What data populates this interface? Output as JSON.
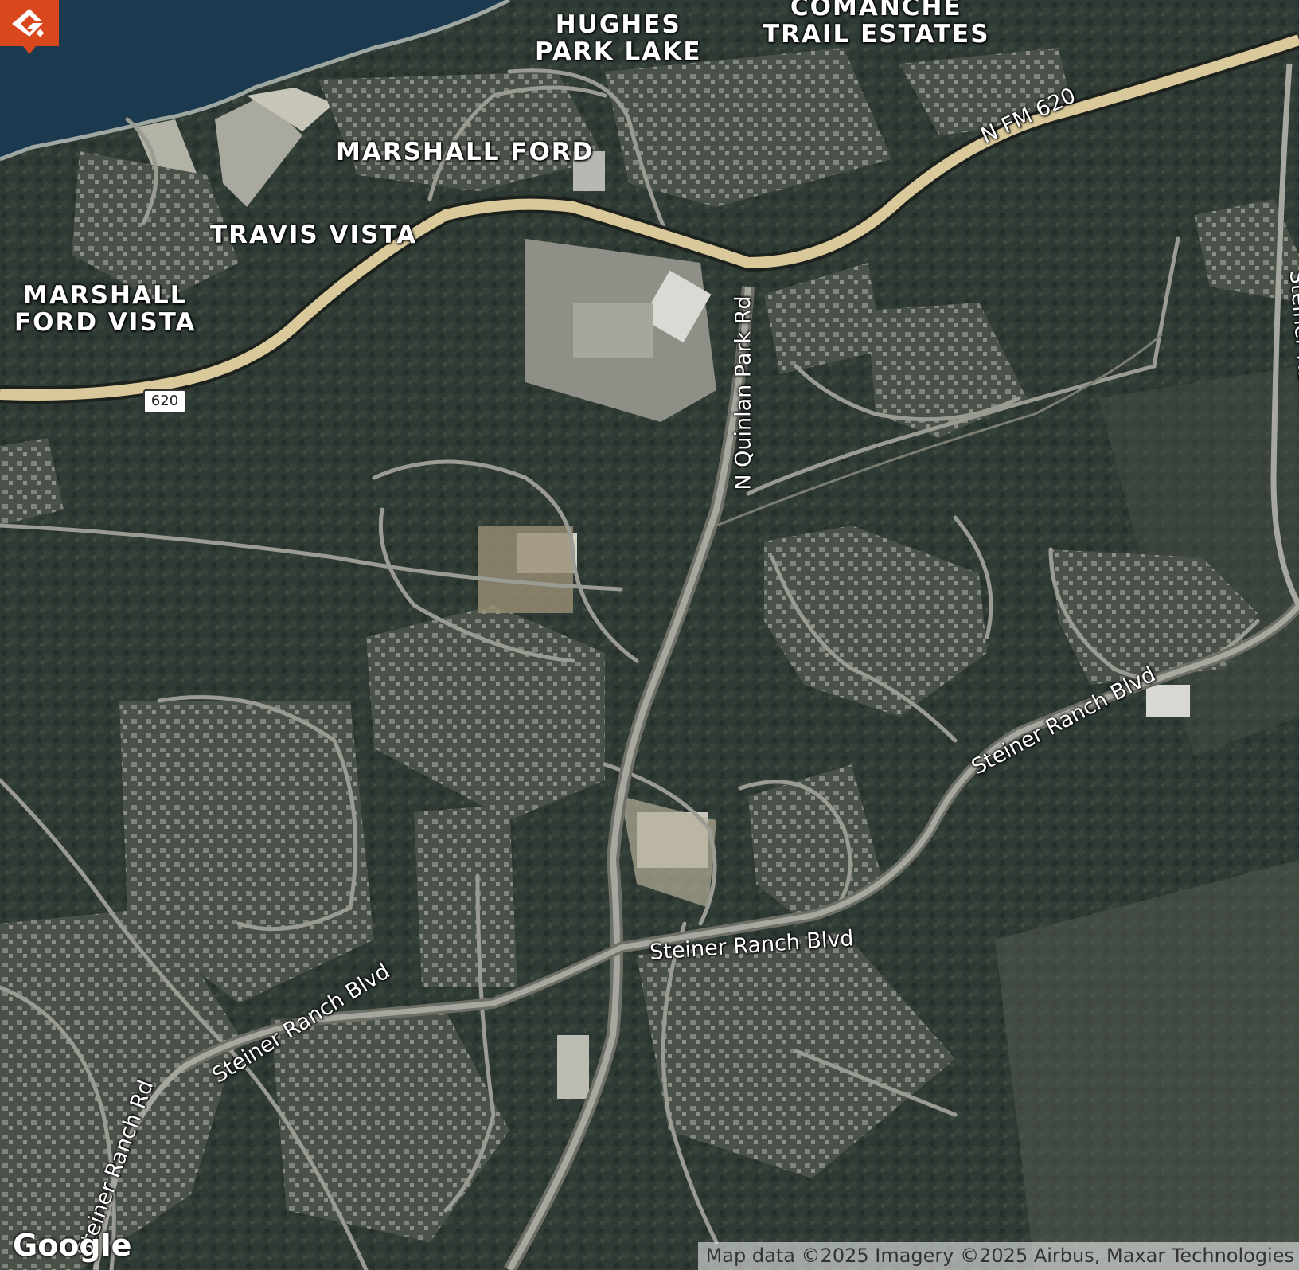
{
  "map": {
    "type": "satellite",
    "marker_color": "#d9481c",
    "place_labels": [
      {
        "id": "hughes-park-lake",
        "lines": [
          "HUGHES",
          "PARK LAKE"
        ]
      },
      {
        "id": "comanche-trail-estates",
        "lines": [
          "COMANCHE",
          "TRAIL ESTATES"
        ]
      },
      {
        "id": "marshall-ford",
        "lines": [
          "MARSHALL FORD"
        ]
      },
      {
        "id": "travis-vista",
        "lines": [
          "TRAVIS VISTA"
        ]
      },
      {
        "id": "marshall-ford-vista",
        "lines": [
          "MARSHALL",
          "FORD VISTA"
        ]
      }
    ],
    "road_labels": {
      "n_fm_620": "N FM 620",
      "n_quinlan_park_rd": "N Quinlan Park Rd",
      "steiner_ranch_blvd_east": "Steiner Ranch Blvd",
      "steiner_ranch_blvd_center": "Steiner Ranch Blvd",
      "steiner_ranch_blvd_west": "Steiner Ranch Blvd",
      "steiner_ranch_rd": "Steiner Ranch Rd",
      "steiner_ranch_blvd_edge": "Steiner Ranch Blvd"
    },
    "shield": "620",
    "logo": "Google",
    "attribution": "Map data ©2025 Imagery ©2025 Airbus, Maxar Technologies"
  }
}
